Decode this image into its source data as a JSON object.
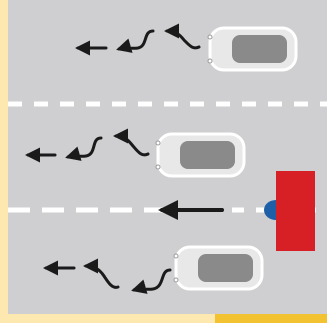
{
  "scene": {
    "colors": {
      "road": "#cfcfd2",
      "sidewalk": "#fde9b0",
      "curb": "#f2c230",
      "lane_marking": "#ffffff",
      "arrow": "#1a1a1a",
      "car_body": "#e8e8e8",
      "car_window": "#8a8a8a",
      "car_light": "#ffffff",
      "obstacle": "#d71f26",
      "obstacle_marker": "#1f5fa8"
    },
    "lanes": [
      {
        "name": "top-lane",
        "car_facing": "left",
        "path_icons": [
          "left-arrow",
          "wavy-arrow",
          "curved-arrow"
        ]
      },
      {
        "name": "middle-lane",
        "car_facing": "left",
        "path_icons": [
          "left-arrow",
          "wavy-arrow",
          "curved-arrow"
        ]
      },
      {
        "name": "bottom-lane",
        "car_facing": "left",
        "path_icons": [
          "left-arrow",
          "curved-arrow",
          "wavy-arrow"
        ]
      }
    ],
    "obstacle": {
      "shape": "red-block",
      "marker": "blue-semicircle",
      "arrow": "left-arrow-on-lane-line"
    }
  }
}
